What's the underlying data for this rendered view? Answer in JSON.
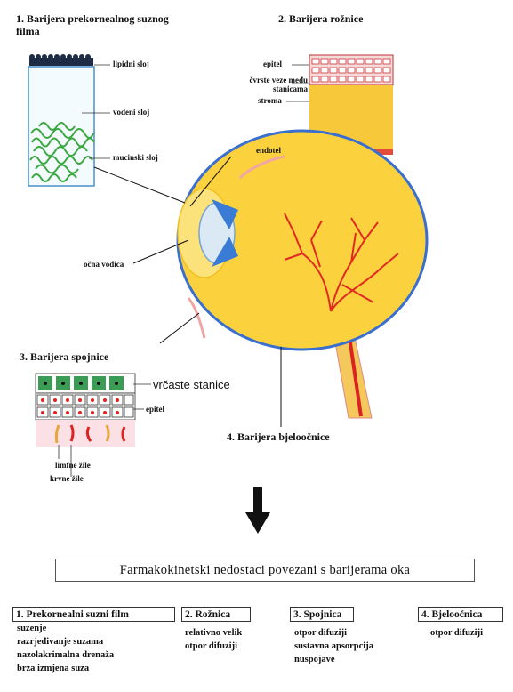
{
  "sections": {
    "tear_film_title": "1. Barijera prekornealnog suznog filma",
    "cornea_title": "2. Barijera rožnice",
    "conjunctiva_title": "3. Barijera spojnice",
    "sclera_title": "4. Barijera bjeloočnice"
  },
  "tear_film_layers": [
    "lipidni sloj",
    "vodeni sloj",
    "mucinski sloj"
  ],
  "cornea_layers": {
    "epithelium": "epitel",
    "tight_junctions": "čvrste veze među stanicama",
    "stroma": "stroma",
    "endothelium": "endotel"
  },
  "eye_labels": {
    "aqueous": "očna vodica"
  },
  "conjunctiva_labels": {
    "goblet": "vrčaste stanice",
    "epithelium": "epitel",
    "lymph": "limfne žile",
    "blood": "krvne žile"
  },
  "summary": {
    "heading": "Farmakokinetski nedostaci povezani s barijerama oka",
    "columns": [
      {
        "title": "1. Prekornealni suzni film",
        "items": [
          "suzenje",
          "razrjeđivanje suzama",
          "nazolakrimalna drenaža",
          "brza izmjena suza"
        ]
      },
      {
        "title": "2. Rožnica",
        "items": [
          "relativno velik",
          "otpor difuziji"
        ]
      },
      {
        "title": "3. Spojnica",
        "items": [
          "otpor difuziji",
          "sustavna apsorpcija",
          "nuspojave"
        ]
      },
      {
        "title": "4. Bjeloočnica",
        "items": [
          "otpor difuziji"
        ]
      }
    ]
  },
  "colors": {
    "yellow": "#fbd94a",
    "blue": "#3a7bd5",
    "red": "#e02a22",
    "green": "#2fa84a"
  }
}
